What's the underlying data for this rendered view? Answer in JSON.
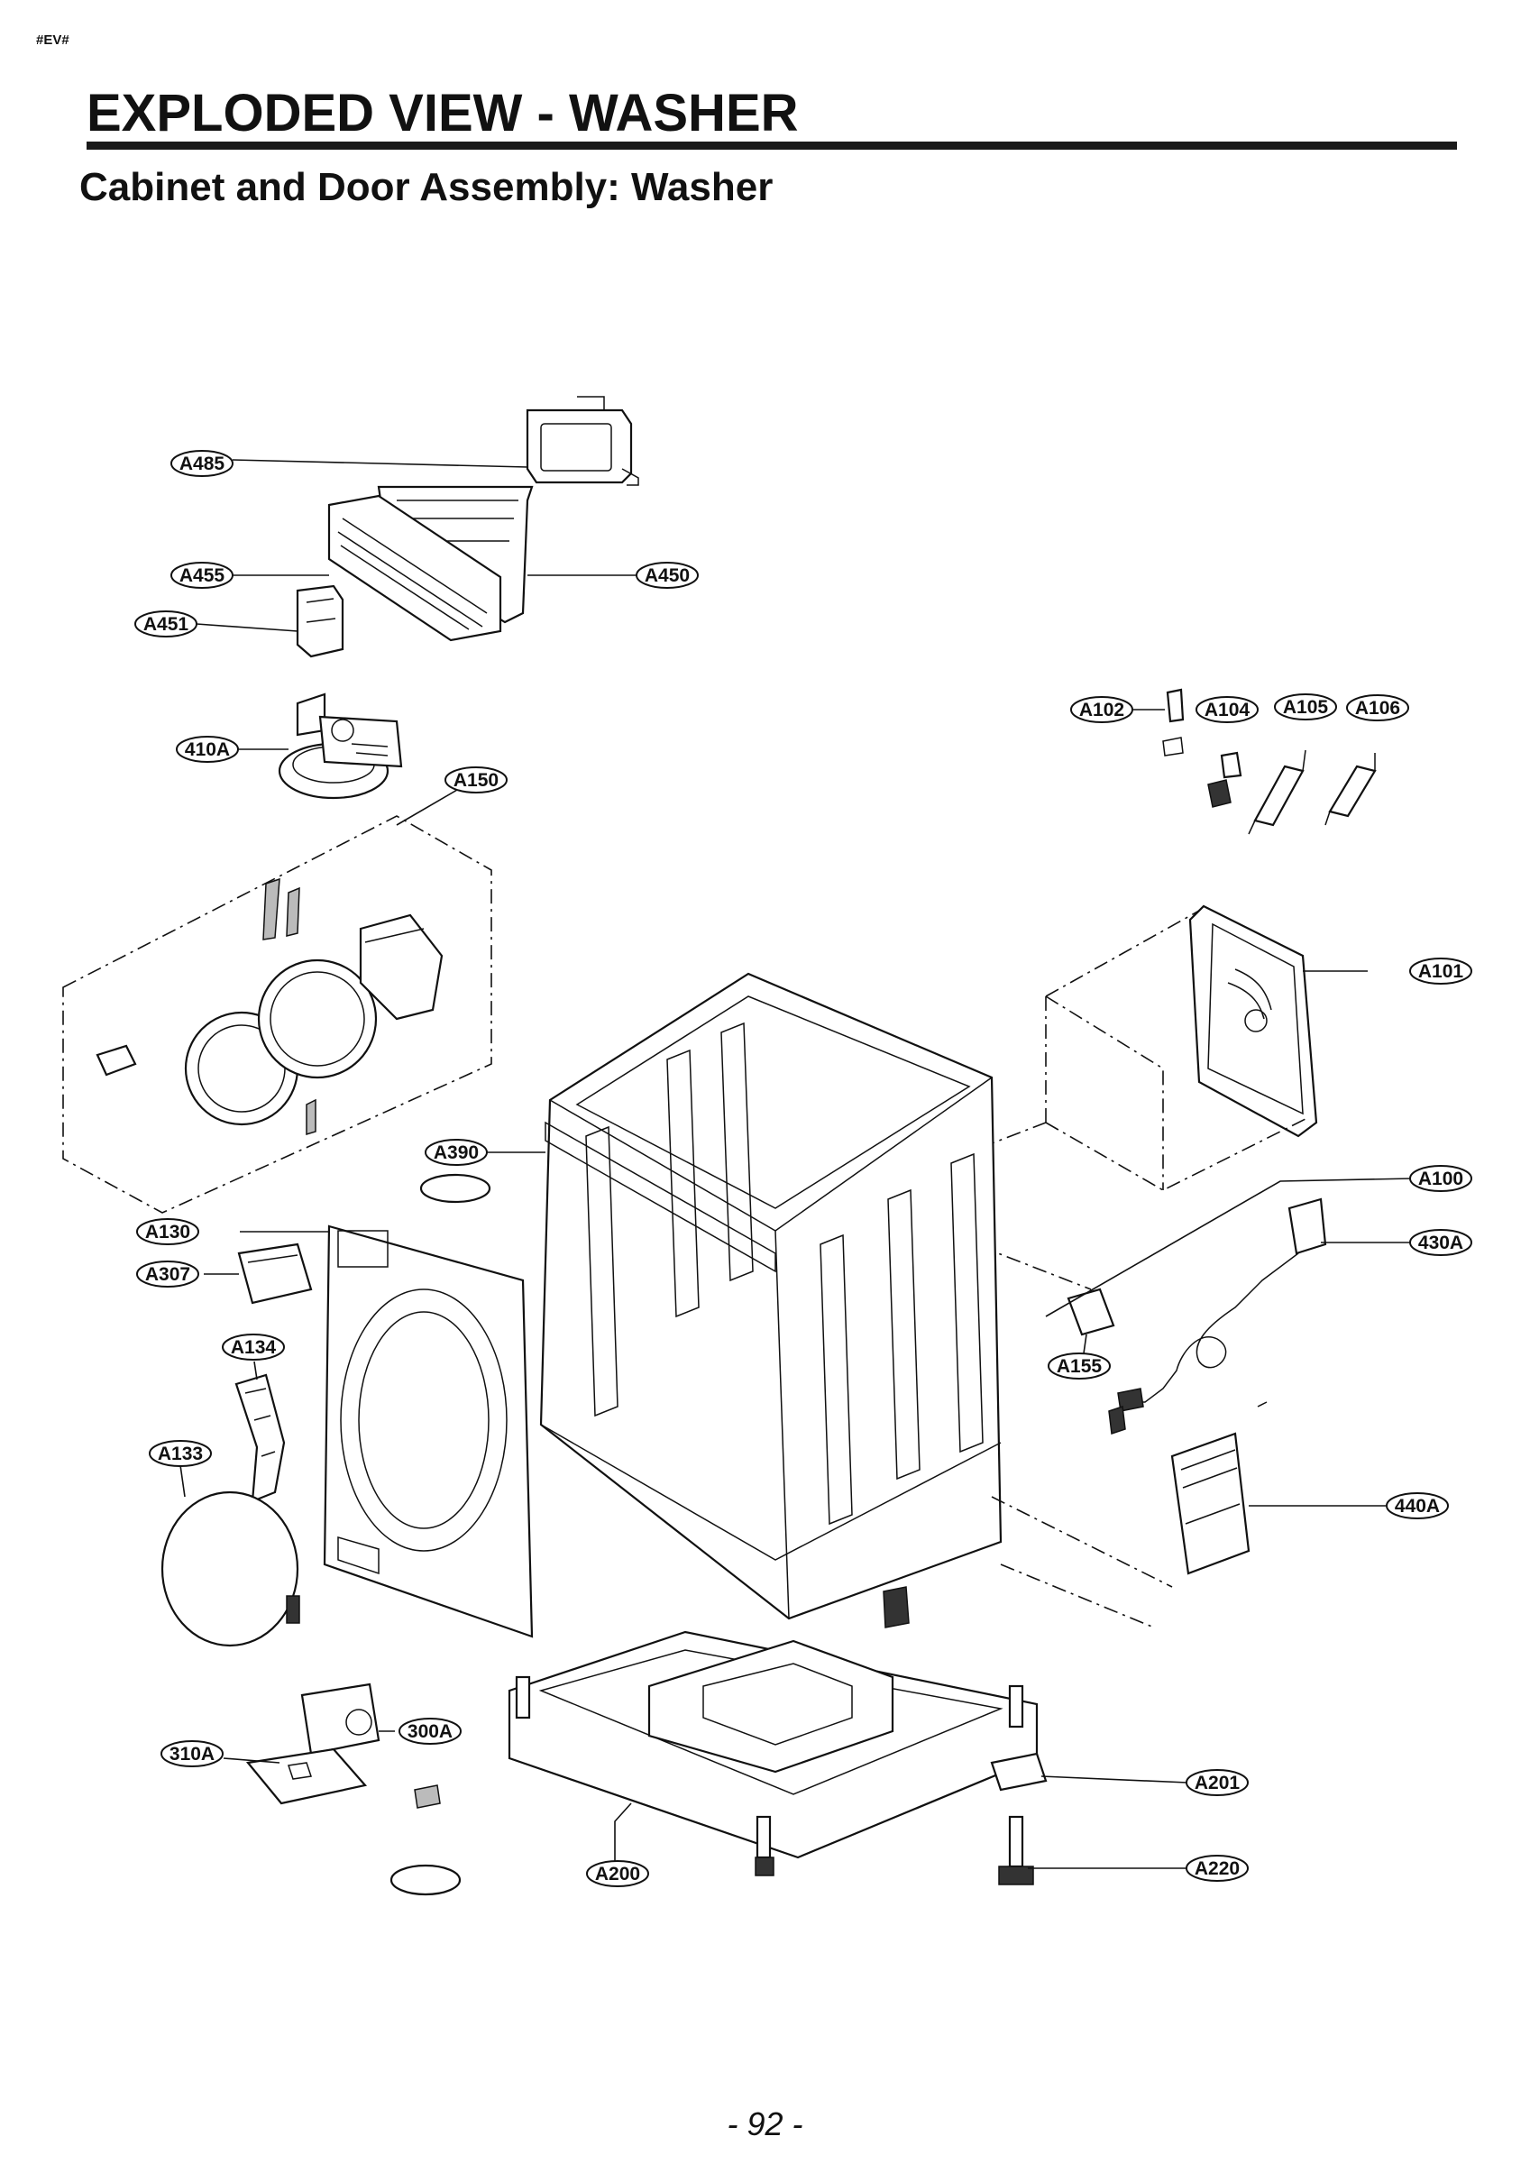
{
  "header": {
    "doc_tag": "#EV#",
    "title": "EXPLODED VIEW - WASHER",
    "subtitle": "Cabinet and Door Assembly: Washer"
  },
  "footer": {
    "page_number": "- 92 -"
  },
  "callouts": {
    "A485": "A485",
    "A455": "A455",
    "A451": "A451",
    "A450": "A450",
    "410A": "410A",
    "A150": "A150",
    "A102": "A102",
    "A104": "A104",
    "A105": "A105",
    "A106": "A106",
    "A101": "A101",
    "A390": "A390",
    "A100": "A100",
    "430A": "430A",
    "A130": "A130",
    "A307": "A307",
    "A134": "A134",
    "A155": "A155",
    "A133": "A133",
    "440A": "440A",
    "300A": "300A",
    "310A": "310A",
    "A201": "A201",
    "A200": "A200",
    "A220": "A220"
  }
}
